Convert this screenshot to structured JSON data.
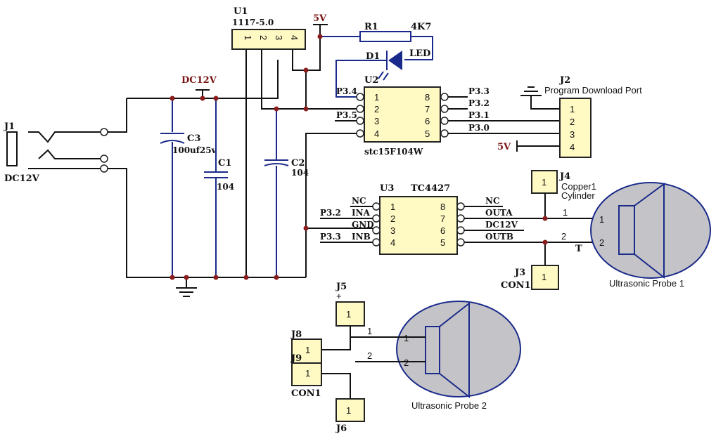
{
  "power": {
    "dc12v_net": "DC12V",
    "v5_net_top": "5V",
    "v5_net_j2": "5V"
  },
  "u1": {
    "ref": "U1",
    "part": "1117-5.0",
    "pins": [
      "1",
      "2",
      "3",
      "4"
    ]
  },
  "r1": {
    "ref": "R1",
    "value": "4K7"
  },
  "d1": {
    "ref": "D1",
    "value": "LED"
  },
  "u2": {
    "ref": "U2",
    "part": "stc15F104W",
    "left_pins": [
      "1",
      "2",
      "3",
      "4"
    ],
    "right_pins": [
      "8",
      "7",
      "6",
      "5"
    ],
    "left_nets": [
      "P3.4",
      "",
      "P3.5",
      ""
    ],
    "right_nets": [
      "P3.3",
      "P3.2",
      "P3.1",
      "P3.0"
    ]
  },
  "j1": {
    "ref": "J1",
    "value": "DC12V"
  },
  "c3": {
    "ref": "C3",
    "value": "100uf25v"
  },
  "c1": {
    "ref": "C1",
    "value": "104"
  },
  "c2": {
    "ref": "C2",
    "value": "104"
  },
  "j2": {
    "ref": "J2",
    "label": "Program Download Port",
    "pins": [
      "1",
      "2",
      "3",
      "4"
    ]
  },
  "u3": {
    "ref": "U3",
    "part": "TC4427",
    "left_pins": [
      "1",
      "2",
      "3",
      "4"
    ],
    "right_pins": [
      "8",
      "7",
      "6",
      "5"
    ],
    "left_names": [
      "NC",
      "INA",
      "GND",
      "INB"
    ],
    "right_names": [
      "NC",
      "OUTA",
      "DC12V",
      "OUTB"
    ],
    "left_nets": [
      "",
      "P3.2",
      "",
      "P3.3"
    ]
  },
  "j4": {
    "ref": "J4",
    "pin": "1",
    "label_1": "Copper1",
    "label_2": "Cylinder"
  },
  "j3": {
    "ref": "J3",
    "pin": "1",
    "value": "CON1"
  },
  "probe1": {
    "label": "Ultrasonic Probe 1",
    "pin1": "1",
    "pin2": "2",
    "wire1": "1",
    "wire2": "2",
    "t_label": "T"
  },
  "j5": {
    "ref": "J5",
    "pin": "1",
    "plus": "+"
  },
  "j8": {
    "ref": "J8",
    "pin": "1"
  },
  "j9": {
    "ref": "J9",
    "pin": "1",
    "value": "CON1"
  },
  "j6": {
    "ref": "J6",
    "pin": "1"
  },
  "probe2": {
    "label": "Ultrasonic Probe 2",
    "pin1": "1",
    "pin2": "2",
    "wire1": "1",
    "wire2": "2"
  },
  "colors": {
    "component_fill": "#fff9c4",
    "probe_fill": "#c4c4c8",
    "wire_blue": "#1a2a8a",
    "junction": "#8a1d1d"
  }
}
